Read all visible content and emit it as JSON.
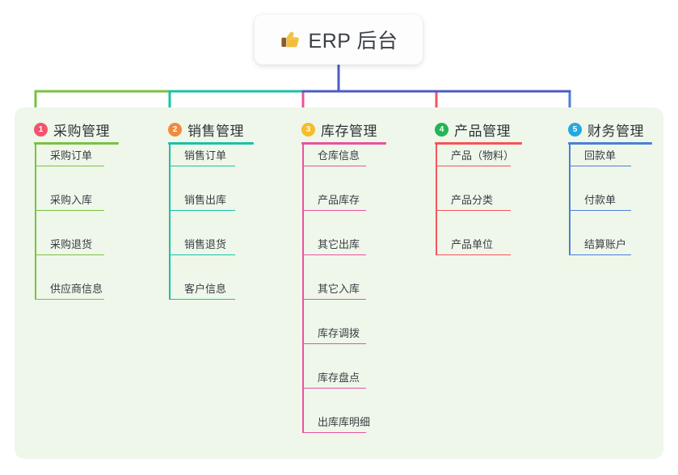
{
  "diagram": {
    "type": "mind-map",
    "root": {
      "icon": "thumbs-up-icon",
      "label": "ERP 后台"
    },
    "panel_color": "#eef7ea",
    "root_stem_color": "#4c5cc5",
    "branches": [
      {
        "index": "1",
        "title": "采购管理",
        "badge_color": "#f2536d",
        "line_color": "#7ac143",
        "items": [
          "采购订单",
          "采购入库",
          "采购退货",
          "供应商信息"
        ]
      },
      {
        "index": "2",
        "title": "销售管理",
        "badge_color": "#f08a3c",
        "line_color": "#18c2a6",
        "items": [
          "销售订单",
          "销售出库",
          "销售退货",
          "客户信息"
        ]
      },
      {
        "index": "3",
        "title": "库存管理",
        "badge_color": "#f5bd2a",
        "line_color": "#e8539e",
        "items": [
          "仓库信息",
          "产品库存",
          "其它出库",
          "其它入库",
          "库存调拨",
          "库存盘点",
          "出库库明细"
        ]
      },
      {
        "index": "4",
        "title": "产品管理",
        "badge_color": "#23b557",
        "line_color": "#f4545a",
        "items": [
          "产品（物料）",
          "产品分类",
          "产品单位"
        ]
      },
      {
        "index": "5",
        "title": "财务管理",
        "badge_color": "#23a9e1",
        "line_color": "#4c7fd6",
        "items": [
          "回款单",
          "付款单",
          "结算账户"
        ]
      }
    ]
  }
}
